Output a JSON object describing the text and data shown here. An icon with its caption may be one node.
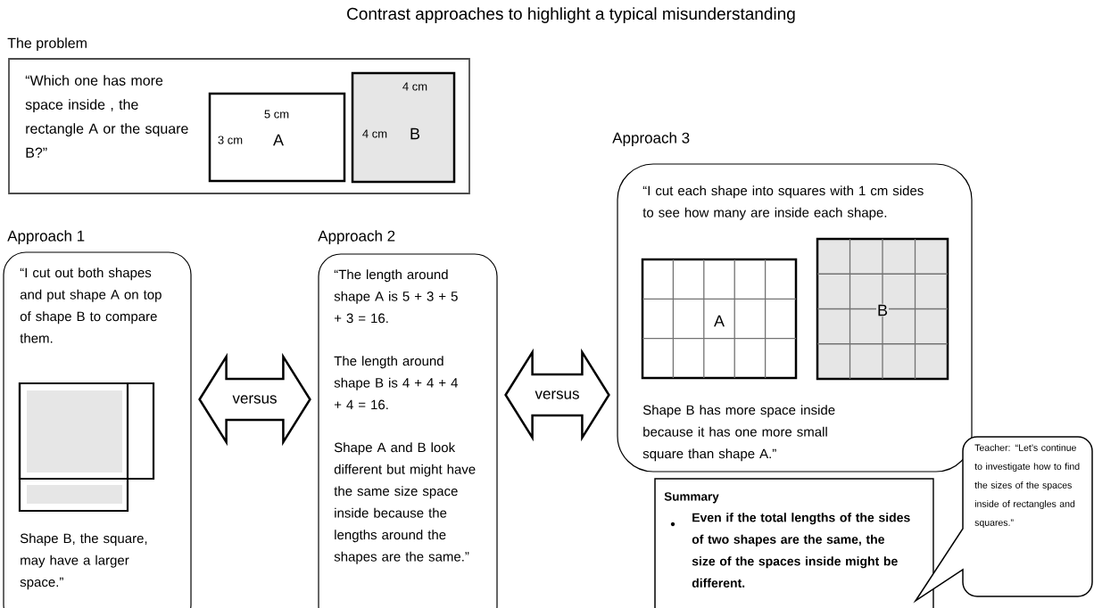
{
  "diagram": {
    "title": "Contrast approaches to highlight a typical misunderstanding",
    "nodes": [
      {
        "text": [
          "The problem",
          "“Which one has more space inside , the rectangle A or the square B?”"
        ]
      },
      {
        "text": [
          "5 cm",
          "3 cm",
          "A"
        ],
        "in": 0
      },
      {
        "text": [
          "4 cm",
          "4 cm",
          "B"
        ],
        "in": 0
      },
      {
        "text": [
          "Approach 1",
          "“I cut out both shapes and put shape A on top of shape B to compare them.",
          "Shape B, the square, may have a larger space.”"
        ]
      },
      {
        "text": [
          "Approach 2",
          "“The length around shape A is 5 + 3 + 5 + 3 = 16.",
          "The length around shape B is 4 + 4 + 4 + 4 = 16.",
          "Shape A and B look different but might have the same size space inside because the lengths around the shapes are the same.”"
        ]
      },
      {
        "text": [
          "Approach 3",
          "“I cut each shape into squares with 1 cm sides to see how many are inside each shape.",
          "Shape B has more space inside because it has one more small square than shape A.”"
        ]
      },
      {
        "text": [
          "A"
        ],
        "in": 5
      },
      {
        "text": [
          "B"
        ],
        "in": 5
      },
      {
        "text": [
          "Summary",
          "Even if the total lengths of the sides of two shapes are the same, the size of the spaces inside might be different."
        ]
      },
      {
        "text": [
          "Teacher: “Let’s continue to investigate how to find the sizes of the spaces inside of rectangles and squares.”"
        ]
      }
    ],
    "edges": [
      {
        "from": 3,
        "to": 4,
        "arrow": "both",
        "label": "versus"
      },
      {
        "from": 4,
        "to": 5,
        "arrow": "both",
        "label": "versus"
      }
    ]
  }
}
